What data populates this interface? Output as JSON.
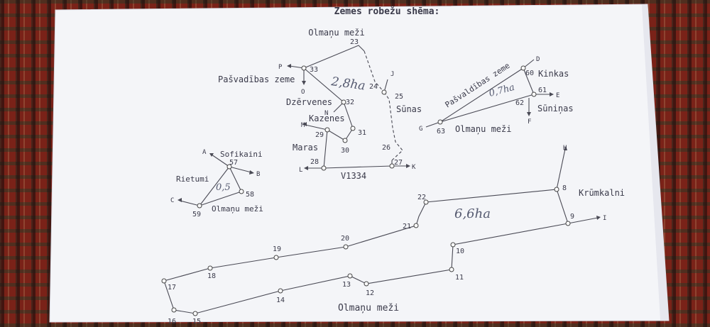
{
  "title": "Zemes robežu shēma:",
  "labels": {
    "olmanu_mezi_top": "Olmaņu meži",
    "pasvadibas_zeme_left": "Pašvadības zeme",
    "dzervenes": "Dzērvenes",
    "kazenes": "Kazenes",
    "maras": "Maras",
    "sunas": "Sūnas",
    "v1334": "V1334",
    "pasvadibas_zeme_right": "Pašvaldības zeme",
    "kinkas": "Kinkas",
    "suninas": "Sūniņas",
    "olmanu_mezi_right": "Olmaņu meži",
    "sofikaini": "Sofikaini",
    "rietumi": "Rietumi",
    "olmanu_mezi_small": "Olmaņu meži",
    "krumkalni": "Krūmkalni",
    "olmanu_mezi_bottom": "Olmaņu meži"
  },
  "areas": {
    "top": "2,8ha",
    "right": "0,7ha",
    "small": "0,5",
    "big": "6,6ha"
  },
  "points": {
    "p23": "23",
    "p24": "24",
    "p25": "25",
    "p26": "26",
    "p27": "27",
    "p28": "28",
    "p29": "29",
    "p30": "30",
    "p31": "31",
    "p32": "32",
    "p33": "33",
    "p57": "57",
    "p58": "58",
    "p59": "59",
    "p60": "60",
    "p61": "61",
    "p62": "62",
    "p63": "63",
    "p8": "8",
    "p9": "9",
    "p10": "10",
    "p11": "11",
    "p12": "12",
    "p13": "13",
    "p14": "14",
    "p15": "15",
    "p16": "16",
    "p17": "17",
    "p18": "18",
    "p19": "19",
    "p20": "20",
    "p21": "21",
    "p22": "22"
  },
  "directions": {
    "P": "P",
    "O": "O",
    "J": "J",
    "N": "N",
    "M": "M",
    "L": "L",
    "K": "K",
    "A": "A",
    "B": "B",
    "C": "C",
    "D": "D",
    "E": "E",
    "F": "F",
    "G": "G",
    "H": "H",
    "I": "I"
  }
}
